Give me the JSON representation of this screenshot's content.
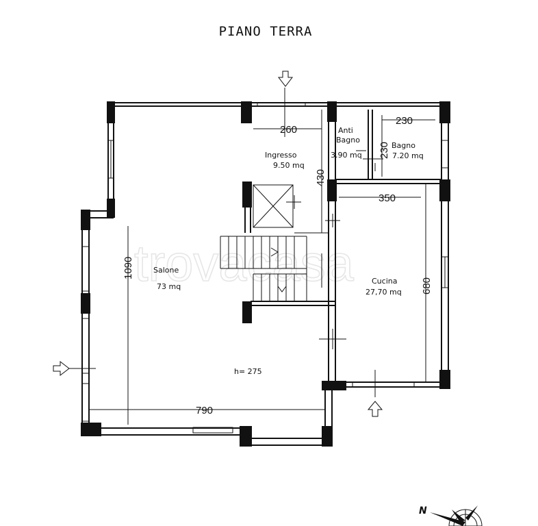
{
  "title": "PIANO TERRA",
  "watermark": "trovacasa",
  "rooms": {
    "ingresso": {
      "name": "Ingresso",
      "area": "9.50 mq"
    },
    "antibagno": {
      "name1": "Anti",
      "name2": "Bagno",
      "area": "3.90 mq"
    },
    "bagno": {
      "name": "Bagno",
      "area": "7.20 mq"
    },
    "salone": {
      "name": "Salone",
      "area": "73 mq"
    },
    "cucina": {
      "name": "Cucina",
      "area": "27,70 mq"
    }
  },
  "dimensions": {
    "ingresso_width": "260",
    "ingresso_height": "430",
    "bagno_width": "230",
    "bagno_height": "230",
    "cucina_width": "350",
    "cucina_height": "680",
    "salone_height": "1090",
    "salone_width": "790"
  },
  "ceiling_height": "h= 275",
  "compass_letter": "N",
  "icons": [
    "entrance-arrow-down-icon",
    "entrance-arrow-right-icon",
    "entrance-arrow-up-icon",
    "north-arrow-icon"
  ]
}
